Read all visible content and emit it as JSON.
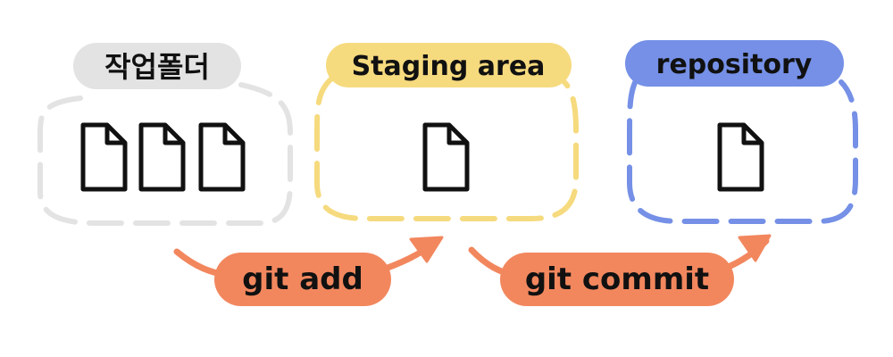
{
  "diagram": {
    "areas": [
      {
        "label": "작업폴더",
        "color": "#e3e3e3",
        "file_count": 3
      },
      {
        "label": "Staging area",
        "color": "#f6da7e",
        "file_count": 1
      },
      {
        "label": "repository",
        "color": "#7590e6",
        "file_count": 1
      }
    ],
    "commands": [
      {
        "label": "git add",
        "color": "#f2875e"
      },
      {
        "label": "git commit",
        "color": "#f2875e"
      }
    ]
  }
}
